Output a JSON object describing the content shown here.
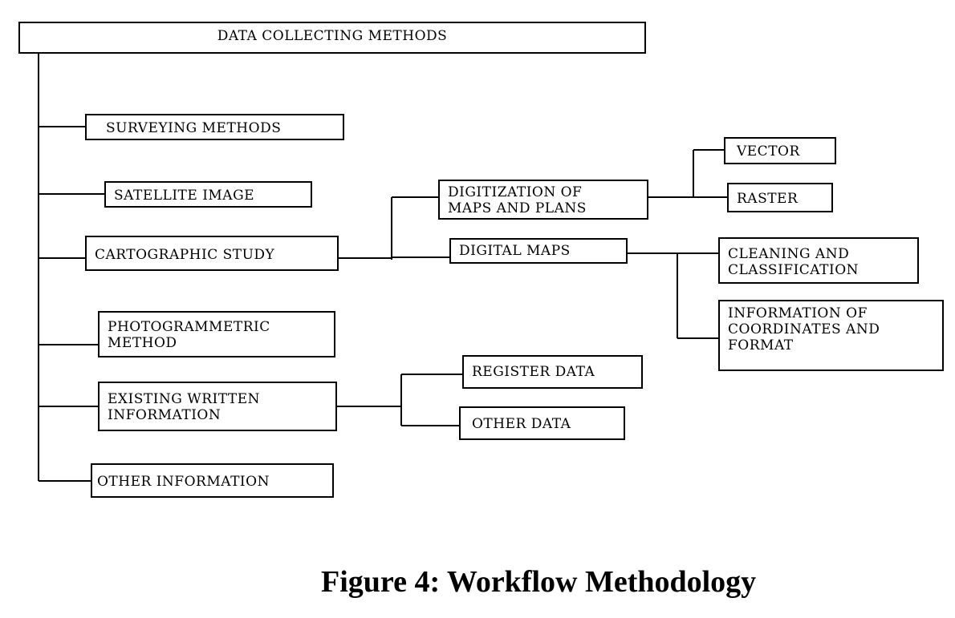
{
  "diagram": {
    "root": "DATA COLLECTING METHODS",
    "methods": {
      "surveying": "SURVEYING METHODS",
      "satellite": "SATELLITE IMAGE",
      "cartographic": "CARTOGRAPHIC STUDY",
      "photogrammetric": "PHOTOGRAMMETRIC\nMETHOD",
      "existing_written": "EXISTING WRITTEN\nINFORMATION",
      "other_information": "OTHER INFORMATION"
    },
    "cartographic_children": {
      "digitization": "DIGITIZATION OF\nMAPS AND PLANS",
      "digital_maps": "DIGITAL MAPS"
    },
    "digitization_children": {
      "vector": "VECTOR",
      "raster": "RASTER"
    },
    "digital_maps_children": {
      "cleaning": "CLEANING AND\nCLASSIFICATION",
      "coordinates": "INFORMATION OF\nCOORDINATES AND\nFORMAT"
    },
    "existing_children": {
      "register": "REGISTER DATA",
      "other_data": "OTHER DATA"
    }
  },
  "caption": "Figure 4: Workflow Methodology"
}
